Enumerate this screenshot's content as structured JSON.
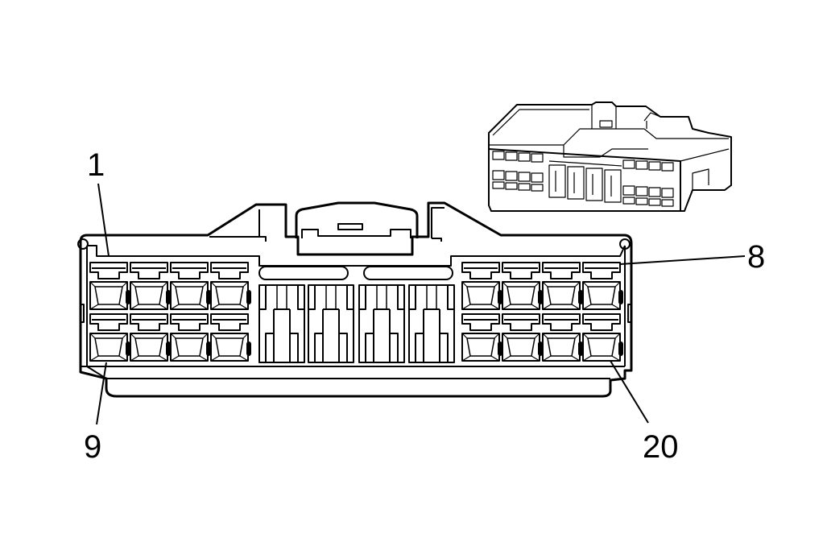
{
  "diagram": {
    "pin_labels": {
      "first_top": "1",
      "last_top": "8",
      "first_bottom": "9",
      "last_bottom": "20"
    },
    "colors": {
      "line": "#000000",
      "background": "#ffffff"
    }
  }
}
